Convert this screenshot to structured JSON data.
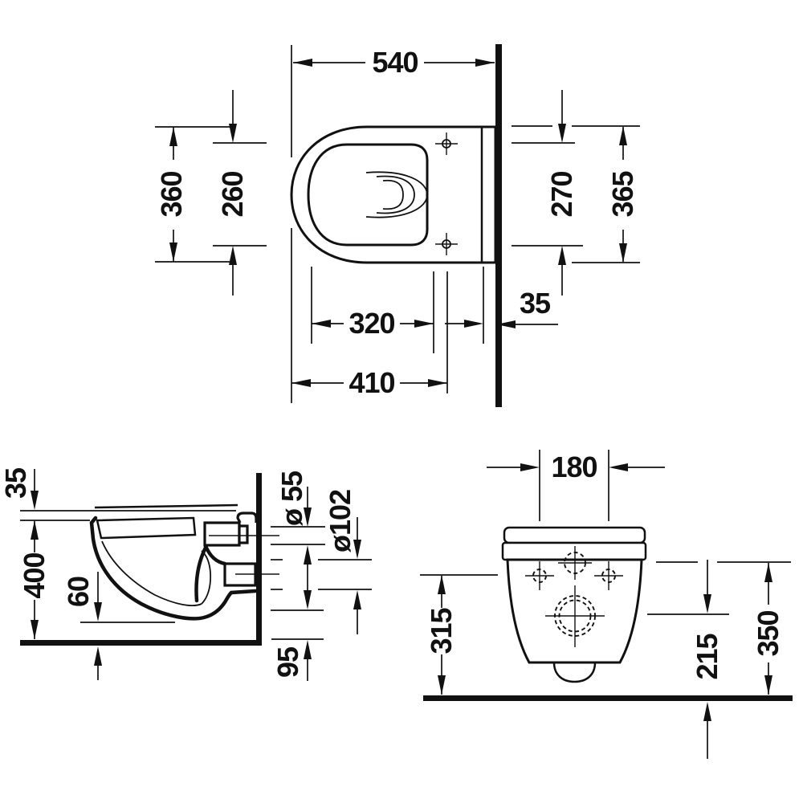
{
  "drawing": {
    "kind": "wall-hung toilet installation dimension drawing",
    "colors": {
      "line": "#111111",
      "background": "#ffffff"
    }
  },
  "top_view": {
    "d540": "540",
    "d360": "360",
    "d260": "260",
    "d270": "270",
    "d365": "365",
    "d320": "320",
    "d410": "410",
    "d35": "35"
  },
  "side_view": {
    "d35": "35",
    "d400": "400",
    "d60": "60",
    "d55": "ø 55",
    "d102": "ø102",
    "d95": "95"
  },
  "front_view": {
    "d180": "180",
    "d315": "315",
    "d215": "215",
    "d350": "350"
  }
}
